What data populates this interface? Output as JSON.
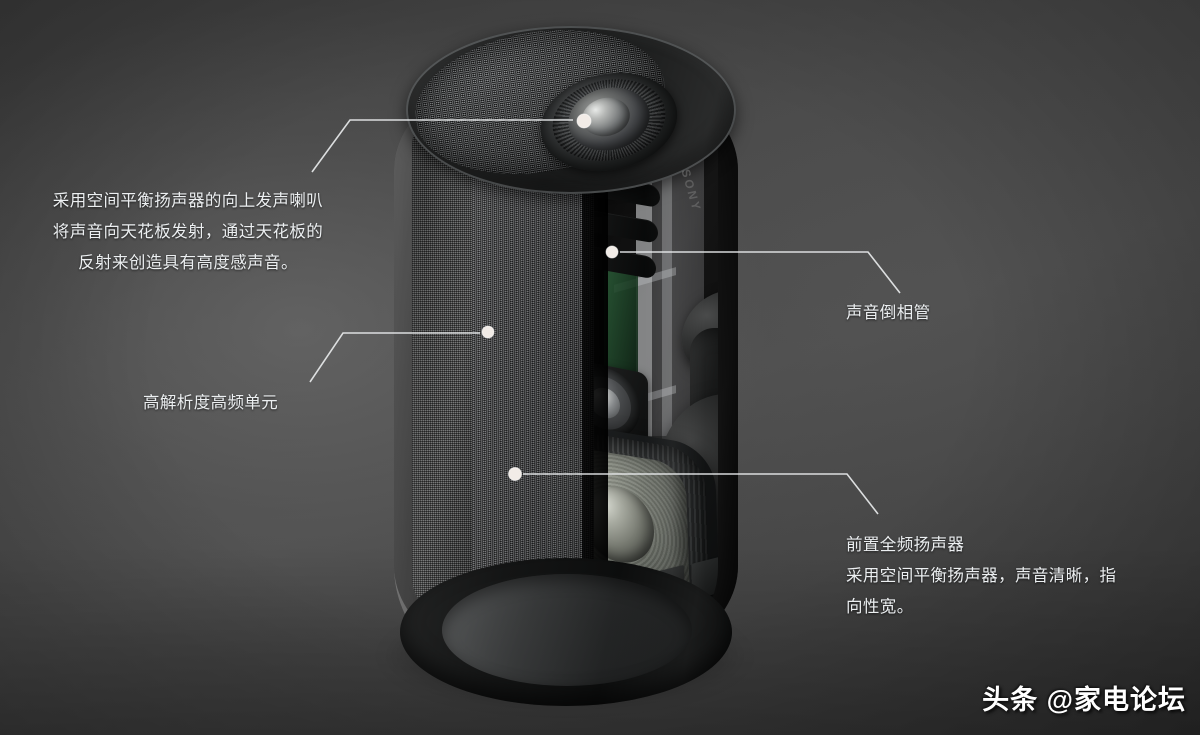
{
  "image": {
    "subject": "Sony wireless speaker cutaway diagram",
    "brand_logo": "SONY",
    "background_color_top_left": "#3c3c3c",
    "background_color_center": "#5a5a5a",
    "background_color_right": "#484848",
    "callout_text_color": "#eceff1",
    "leader_line_color": "#e8eaec"
  },
  "callouts": [
    {
      "id": "up-firing-speaker",
      "name": "up-firing-speaker-callout",
      "text": "采用空间平衡扬声器的向上发声喇叭\n将声音向天花板发射，通过天花板的\n反射来创造具有高度感声音。",
      "align": "center"
    },
    {
      "id": "bass-reflex-port",
      "name": "bass-reflex-port-callout",
      "text": "声音倒相管",
      "align": "left"
    },
    {
      "id": "hi-res-tweeter",
      "name": "hi-res-tweeter-callout",
      "text": "高解析度高频单元",
      "align": "left"
    },
    {
      "id": "front-full-range-speaker",
      "name": "front-full-range-speaker-callout",
      "text": "前置全频扬声器\n采用空间平衡扬声器，声音清晰，指\n向性宽。",
      "align": "left"
    }
  ],
  "watermark": {
    "text": "头条 @家电论坛"
  }
}
